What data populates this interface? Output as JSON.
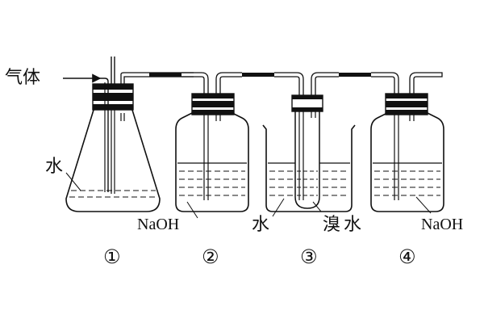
{
  "labels": {
    "gas_inlet": "气体",
    "water_flask": "水",
    "naoh_bottle_2": "NaOH",
    "water_beaker": "水",
    "bromine_water": "溴水",
    "naoh_bottle_4": "NaOH"
  },
  "numbers": {
    "n1": "①",
    "n2": "②",
    "n3": "③",
    "n4": "④"
  },
  "colors": {
    "line": "#111111",
    "stopper": "#111111",
    "background": "#ffffff"
  }
}
